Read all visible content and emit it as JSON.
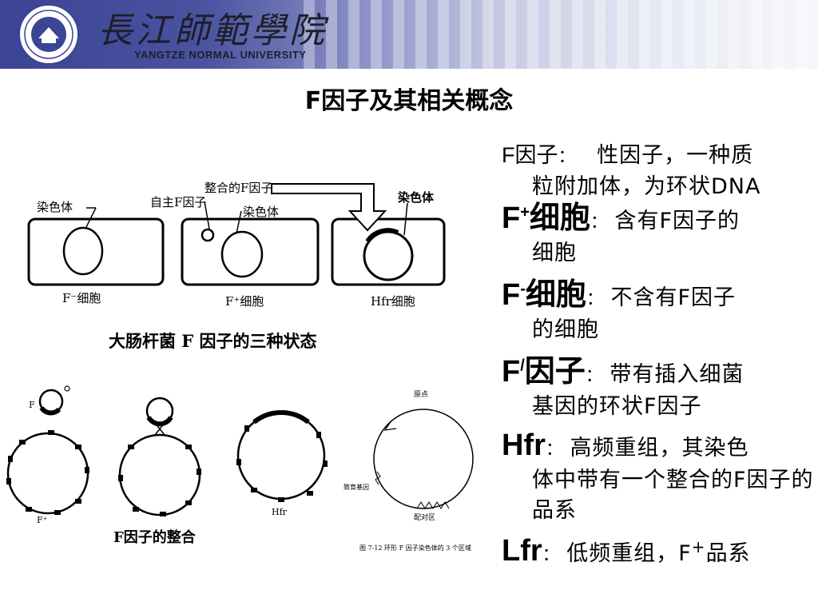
{
  "header": {
    "university_cn": "長江師範學院",
    "university_en": "YANGTZE NORMAL UNIVERSITY"
  },
  "title": "F因子及其相关概念",
  "terms": [
    {
      "label": "F因子",
      "sup": "",
      "desc_first": "性因子，一种质",
      "desc_rest": "粒附加体，为环状DNA"
    },
    {
      "label": "F",
      "sup": "+",
      "label_after": "细胞",
      "desc_first": "含有F因子的",
      "desc_rest": "细胞"
    },
    {
      "label": "F",
      "sup": "-",
      "label_after": "细胞",
      "desc_first": "不含有F因子",
      "desc_rest": "的细胞"
    },
    {
      "label": "F",
      "sup": "/",
      "label_after": "因子",
      "desc_first": "带有插入细菌",
      "desc_rest": "基因的环状F因子"
    },
    {
      "label": "Hfr",
      "sup": "",
      "label_after": "",
      "desc_first": "高频重组，其染色",
      "desc_rest": "体中带有一个整合的F因子的品系"
    },
    {
      "label": "Lfr",
      "sup": "",
      "label_after": "",
      "desc_first": "低频重组，F",
      "desc_sup": "+",
      "desc_after": "品系",
      "desc_rest": ""
    }
  ],
  "colon": "：",
  "figure1": {
    "label_integrated": "整合的F因子",
    "label_autonomous": "自主F因子",
    "label_chromosome": "染色体",
    "cell_fminus": "F⁻细胞",
    "cell_fplus": "F⁺细胞",
    "cell_hfr": "Hfr细胞",
    "caption": "大肠杆菌 F 因子的三种状态"
  },
  "figure2": {
    "label_f": "F",
    "label_fplus": "F⁺",
    "label_hfr": "Hfr",
    "caption_integration": "F因子的整合",
    "label_origin": "原点",
    "label_fertility": "致育基因",
    "label_pairing": "配对区",
    "caption_fig712": "图 7-12   环形 F 因子染色体的 3 个区域"
  },
  "colors": {
    "banner_dark": "#3b4495",
    "banner_light": "#f6f7fb"
  }
}
